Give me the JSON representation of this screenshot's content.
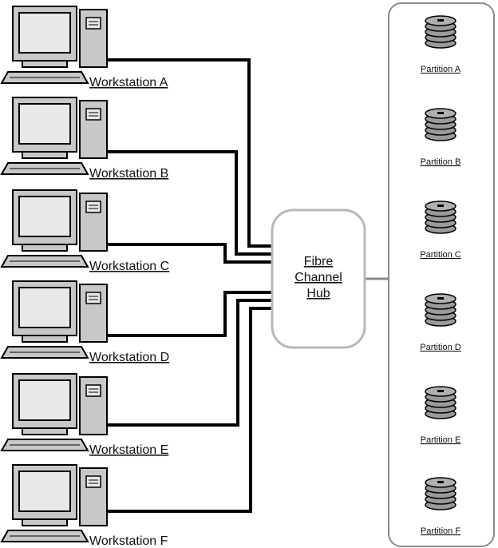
{
  "diagram": {
    "workstations": [
      {
        "label": "Workstation A",
        "underlined": true
      },
      {
        "label": "Workstation B",
        "underlined": true
      },
      {
        "label": "Workstation C",
        "underlined": true
      },
      {
        "label": "Workstation D",
        "underlined": true
      },
      {
        "label": "Workstation E",
        "underlined": true
      },
      {
        "label": "Workstation F",
        "underlined": false
      }
    ],
    "hub": {
      "lines": [
        "Fibre",
        "Channel",
        "Hub"
      ]
    },
    "partitions": [
      {
        "label": "Partition A"
      },
      {
        "label": "Partition B"
      },
      {
        "label": "Partition C"
      },
      {
        "label": "Partition D"
      },
      {
        "label": "Partition E"
      },
      {
        "label": "Partition F"
      }
    ],
    "colors": {
      "cable": "#000000",
      "hub_border": "#b8b8b8",
      "storage_border": "#8a8a8a",
      "disk_fill": "#9a9a9a",
      "computer_screen": "#e8e8e8",
      "computer_body": "#c8c8c8"
    }
  }
}
